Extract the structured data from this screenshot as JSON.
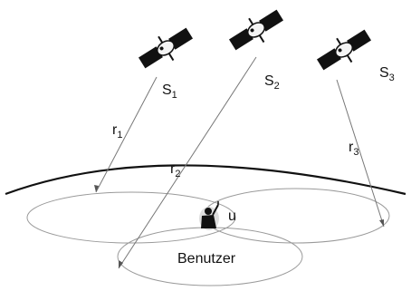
{
  "satellites": [
    {
      "label": "S",
      "subscript": "1"
    },
    {
      "label": "S",
      "subscript": "2"
    },
    {
      "label": "S",
      "subscript": "3"
    }
  ],
  "distances": [
    {
      "label": "r",
      "subscript": "1"
    },
    {
      "label": "r",
      "subscript": "2"
    },
    {
      "label": "r",
      "subscript": "3"
    }
  ],
  "user": {
    "label": "u",
    "caption": "Benutzer"
  },
  "colors": {
    "ink": "#111111",
    "ellipse": "#9a9a9a",
    "lines": "#777777"
  },
  "icons": {
    "satellite": "satellite-icon",
    "user": "user-icon"
  }
}
